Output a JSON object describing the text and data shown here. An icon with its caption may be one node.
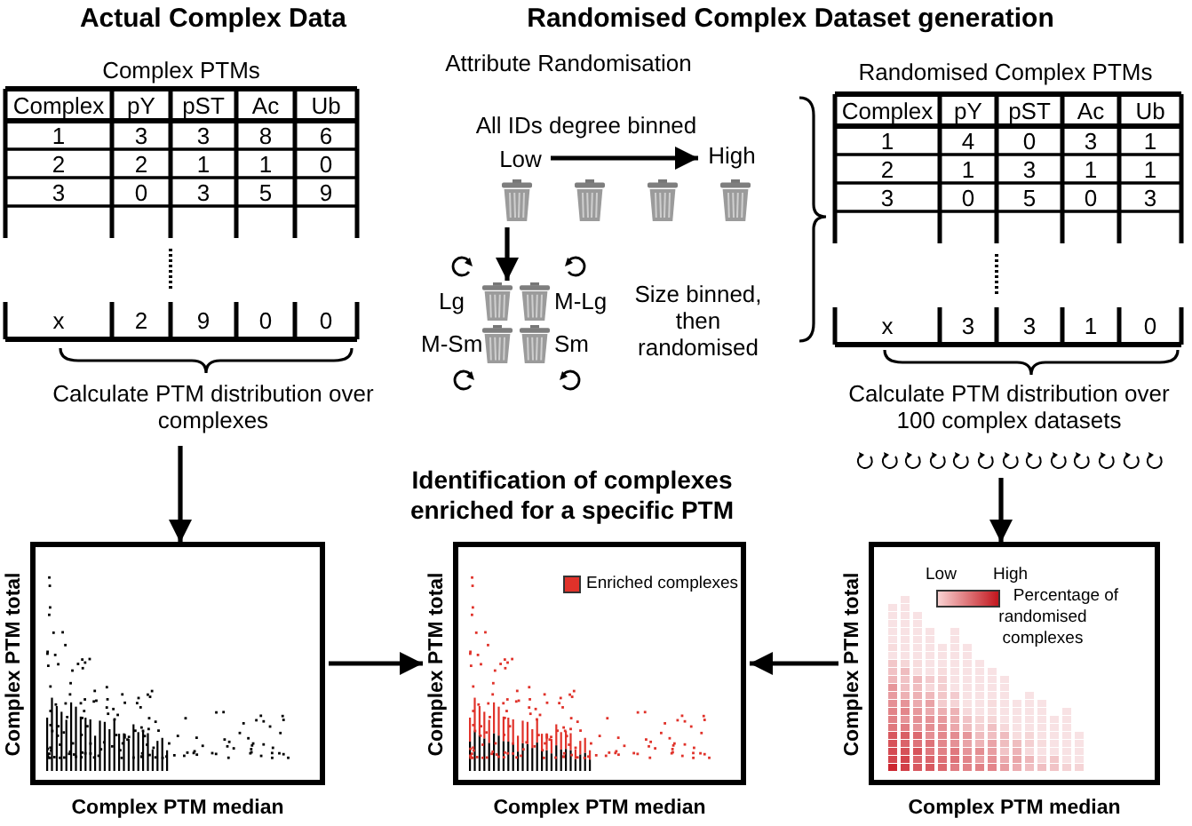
{
  "diagram": {
    "nodes": [
      {
        "text": [
          "Low"
        ]
      },
      {
        "text": [
          "High"
        ]
      },
      {
        "text": [],
        "shape": "bin"
      },
      {
        "text": [],
        "shape": "bin"
      },
      {
        "text": [],
        "shape": "bin"
      },
      {
        "text": [],
        "shape": "bin"
      },
      {
        "text": [],
        "shape": "bin",
        "beside": [
          "Lg"
        ]
      },
      {
        "text": [],
        "shape": "bin",
        "beside": [
          "M-Lg"
        ]
      },
      {
        "text": [],
        "shape": "bin",
        "beside": [
          "M-Sm"
        ]
      },
      {
        "text": [],
        "shape": "bin",
        "beside": [
          "Sm"
        ]
      },
      {
        "text": [
          "Calculate PTM distribution over complexes"
        ]
      },
      {
        "text": [
          "Calculate PTM distribution over 100 complex datasets"
        ]
      },
      {
        "text": [
          "Complex PTM total",
          "Complex PTM median"
        ]
      },
      {
        "text": [
          "Complex PTM total",
          "Complex PTM median"
        ]
      },
      {
        "text": [
          "Low",
          "High",
          "Percentage of randomised complexes",
          "Complex PTM total",
          "Complex PTM median"
        ]
      }
    ],
    "edges": [
      {
        "from": 0,
        "to": 1,
        "arrow": "to"
      },
      {
        "from": 2,
        "to": 6,
        "arrow": "to"
      },
      {
        "from": 10,
        "to": 12,
        "arrow": "to"
      },
      {
        "from": 12,
        "to": 13,
        "arrow": "to"
      },
      {
        "from": 14,
        "to": 13,
        "arrow": "to"
      },
      {
        "from": 11,
        "to": 14,
        "arrow": "to"
      }
    ],
    "labels": [
      "Actual Complex Data",
      "Randomised Complex Dataset generation",
      "Complex PTMs",
      "Complex",
      "pY",
      "pST",
      "Ac",
      "Ub",
      "1",
      "3",
      "3",
      "8",
      "6",
      "2",
      "2",
      "1",
      "1",
      "0",
      "3",
      "0",
      "3",
      "5",
      "9",
      "x",
      "2",
      "9",
      "0",
      "0",
      "Attribute Randomisation",
      "All IDs degree binned",
      "Size binned, then randomised",
      "Randomised Complex PTMs",
      "Complex",
      "pY",
      "pST",
      "Ac",
      "Ub",
      "1",
      "4",
      "0",
      "3",
      "1",
      "2",
      "1",
      "3",
      "1",
      "1",
      "3",
      "0",
      "5",
      "0",
      "3",
      "x",
      "3",
      "3",
      "1",
      "0",
      "Identification of complexes enriched for a specific PTM"
    ],
    "legend": [
      {
        "text": "Enriched complexes",
        "color": "#e0322a"
      }
    ]
  }
}
